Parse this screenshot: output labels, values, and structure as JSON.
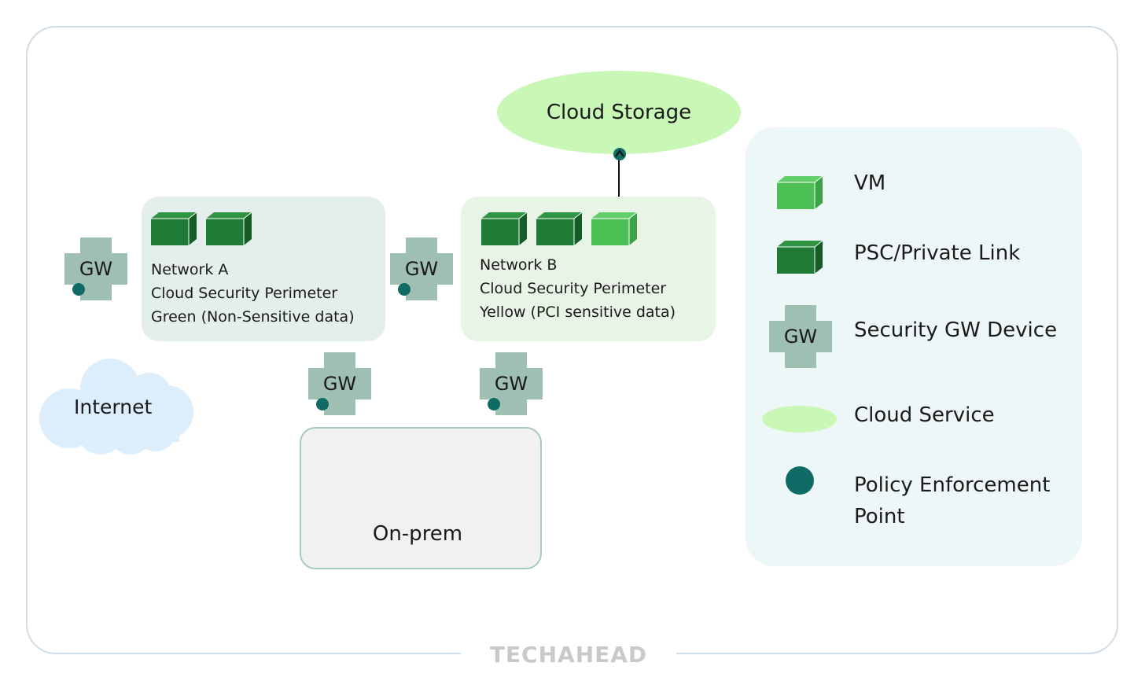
{
  "brand": {
    "watermark": "TECHAHEAD"
  },
  "cloud_storage": {
    "label": "Cloud Storage"
  },
  "internet": {
    "label": "Internet"
  },
  "on_prem": {
    "label": "On-prem"
  },
  "network_a": {
    "line1": "Network A",
    "line2": "Cloud Security Perimeter",
    "line3": "Green (Non-Sensitive data)",
    "devices": [
      "psc-private-link",
      "psc-private-link"
    ]
  },
  "network_b": {
    "line1": "Network B",
    "line2": "Cloud Security Perimeter",
    "line3": "Yellow (PCI sensitive data)",
    "devices": [
      "psc-private-link",
      "psc-private-link",
      "vm"
    ]
  },
  "gateways": {
    "gw_left": "GW",
    "gw_middle": "GW",
    "gw_bottom_a": "GW",
    "gw_bottom_b": "GW"
  },
  "legend": {
    "items": [
      {
        "icon": "vm-cube-icon",
        "label": "VM"
      },
      {
        "icon": "psc-cube-icon",
        "label": "PSC/Private Link"
      },
      {
        "icon": "gw-icon",
        "label": "Security GW Device",
        "icon_text": "GW"
      },
      {
        "icon": "cloud-service-icon",
        "label": "Cloud Service"
      },
      {
        "icon": "policy-enforcement-point-icon",
        "label_line1": "Policy Enforcement",
        "label_line2": "Point"
      }
    ]
  },
  "colors": {
    "vm": "#4cbf55",
    "psc": "#1f7a35",
    "gateway": "#9ebfb2",
    "pep": "#0f6b63",
    "cloud_service": "#c9f7b5",
    "internet_cloud": "#dcedfb",
    "network_a_bg": "#e4efed",
    "network_b_bg": "#e8f5e6",
    "legend_bg": "#eef7f7",
    "frame_border": "#cfdde8"
  }
}
